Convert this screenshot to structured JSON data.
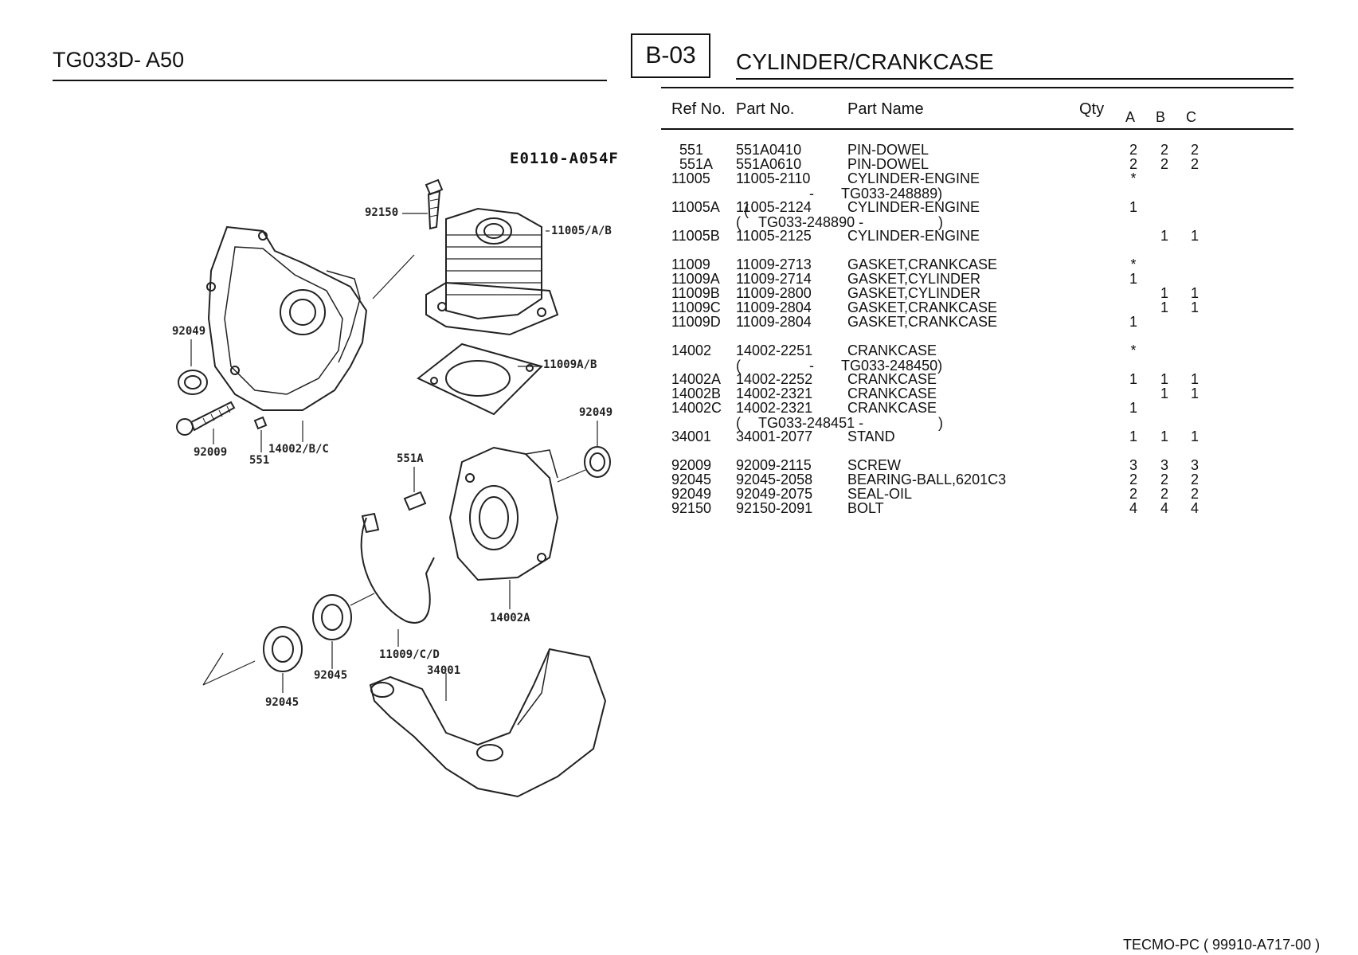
{
  "header": {
    "model": "TG033D- A50",
    "section_code": "B-03",
    "section_title": "CYLINDER/CRANKCASE"
  },
  "table": {
    "headers": {
      "ref_no": "Ref No.",
      "part_no": "Part No.",
      "part_name": "Part Name",
      "qty": "Qty",
      "a": "A",
      "b": "B",
      "c": "C"
    },
    "rows": [
      {
        "ref": "551",
        "part": "551A0410",
        "name": "PIN-DOWEL",
        "a": "2",
        "b": "2",
        "c": "2"
      },
      {
        "ref": "551A",
        "part": "551A0610",
        "name": "PIN-DOWEL",
        "a": "2",
        "b": "2",
        "c": "2"
      },
      {
        "ref": "11005",
        "part": "11005-2110",
        "name": "CYLINDER-ENGINE",
        "a": "*",
        "b": "",
        "c": ""
      },
      {
        "ref": "11005A",
        "part": "11005-2124",
        "name": "CYLINDER-ENGINE",
        "a": "1",
        "b": "",
        "c": ""
      },
      {
        "ref": "11005B",
        "part": "11005-2125",
        "name": "CYLINDER-ENGINE",
        "a": "",
        "b": "1",
        "c": "1"
      },
      {
        "ref": "11009",
        "part": "11009-2713",
        "name": "GASKET,CRANKCASE",
        "a": "*",
        "b": "",
        "c": ""
      },
      {
        "ref": "11009A",
        "part": "11009-2714",
        "name": "GASKET,CYLINDER",
        "a": "1",
        "b": "",
        "c": ""
      },
      {
        "ref": "11009B",
        "part": "11009-2800",
        "name": "GASKET,CYLINDER",
        "a": "",
        "b": "1",
        "c": "1"
      },
      {
        "ref": "11009C",
        "part": "11009-2804",
        "name": "GASKET,CRANKCASE",
        "a": "",
        "b": "1",
        "c": "1"
      },
      {
        "ref": "11009D",
        "part": "11009-2804",
        "name": "GASKET,CRANKCASE",
        "a": "1",
        "b": "",
        "c": ""
      },
      {
        "ref": "14002",
        "part": "14002-2251",
        "name": "CRANKCASE",
        "a": "*",
        "b": "",
        "c": ""
      },
      {
        "ref": "14002A",
        "part": "14002-2252",
        "name": "CRANKCASE",
        "a": "1",
        "b": "1",
        "c": "1"
      },
      {
        "ref": "14002B",
        "part": "14002-2321",
        "name": "CRANKCASE",
        "a": "",
        "b": "1",
        "c": "1"
      },
      {
        "ref": "14002C",
        "part": "14002-2321",
        "name": "CRANKCASE",
        "a": "1",
        "b": "",
        "c": ""
      },
      {
        "ref": "34001",
        "part": "34001-2077",
        "name": "STAND",
        "a": "1",
        "b": "1",
        "c": "1"
      },
      {
        "ref": "92009",
        "part": "92009-2115",
        "name": "SCREW",
        "a": "3",
        "b": "3",
        "c": "3"
      },
      {
        "ref": "92045",
        "part": "92045-2058",
        "name": "BEARING-BALL,6201C3",
        "a": "2",
        "b": "2",
        "c": "2"
      },
      {
        "ref": "92049",
        "part": "92049-2075",
        "name": "SEAL-OIL",
        "a": "2",
        "b": "2",
        "c": "2"
      },
      {
        "ref": "92150",
        "part": "92150-2091",
        "name": "BOLT",
        "a": "4",
        "b": "4",
        "c": "4"
      }
    ],
    "notes": [
      {
        "open": "(",
        "dash": "-",
        "serial": "TG033-248889)"
      },
      {
        "open": "(",
        "serial": "TG033-248890 -",
        "close": ")"
      },
      {
        "open": "(",
        "dash": "-",
        "serial": "TG033-248450)"
      },
      {
        "open": "(",
        "serial": "TG033-248451 -",
        "close": ")"
      }
    ]
  },
  "diagram": {
    "drawing_code": "E0110-A054F",
    "callouts": [
      "92150",
      "11005/A/B",
      "92049",
      "11009A/B",
      "92049",
      "92009",
      "551",
      "14002/B/C",
      "551A",
      "14002A",
      "11009/C/D",
      "34001",
      "92045",
      "92045"
    ]
  },
  "footer": {
    "text": "TECMO-PC  ( 99910-A717-00 )"
  }
}
